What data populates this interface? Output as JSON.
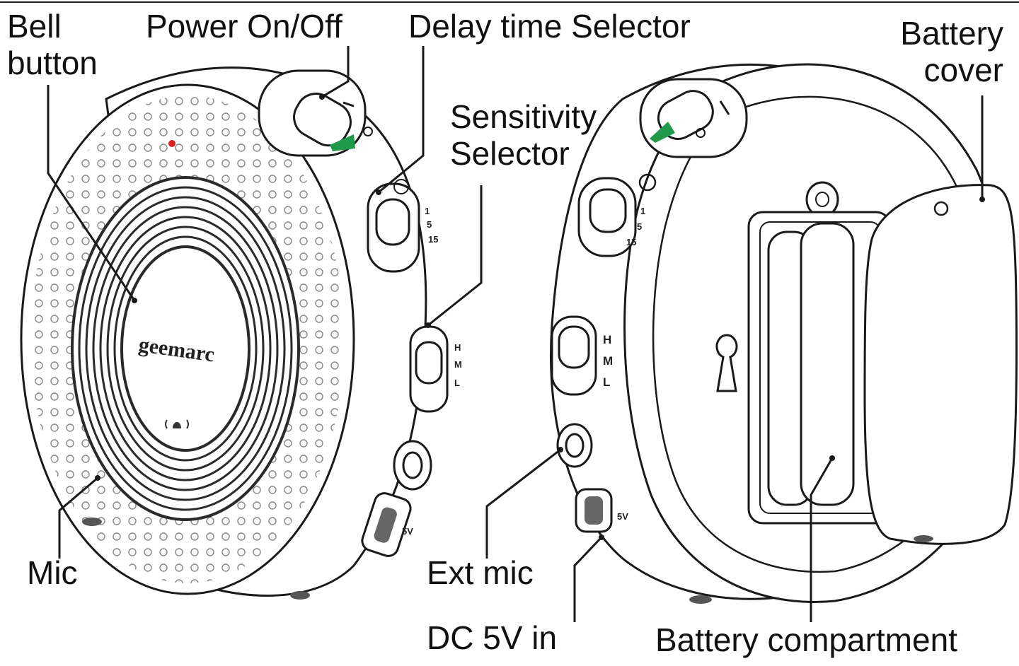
{
  "labels": {
    "bell_button": [
      "Bell",
      "button"
    ],
    "power": "Power On/Off",
    "delay": "Delay time Selector",
    "sensitivity": [
      "Sensitivity",
      "Selector"
    ],
    "battery_cover": [
      "Battery",
      "cover"
    ],
    "mic": "Mic",
    "ext_mic": "Ext mic",
    "dc_in": "DC 5V in",
    "battery_compartment": "Battery compartment"
  },
  "device": {
    "brand": "geemarc",
    "delay_marks": [
      "1",
      "5",
      "15"
    ],
    "sensitivity_marks": [
      "H",
      "M",
      "L"
    ],
    "dc_mark": "5V"
  },
  "colors": {
    "line": "#1a1a1a",
    "switch_green": "#1f9a4a",
    "led_red": "#e02020",
    "ring": "#2a2a2a"
  }
}
